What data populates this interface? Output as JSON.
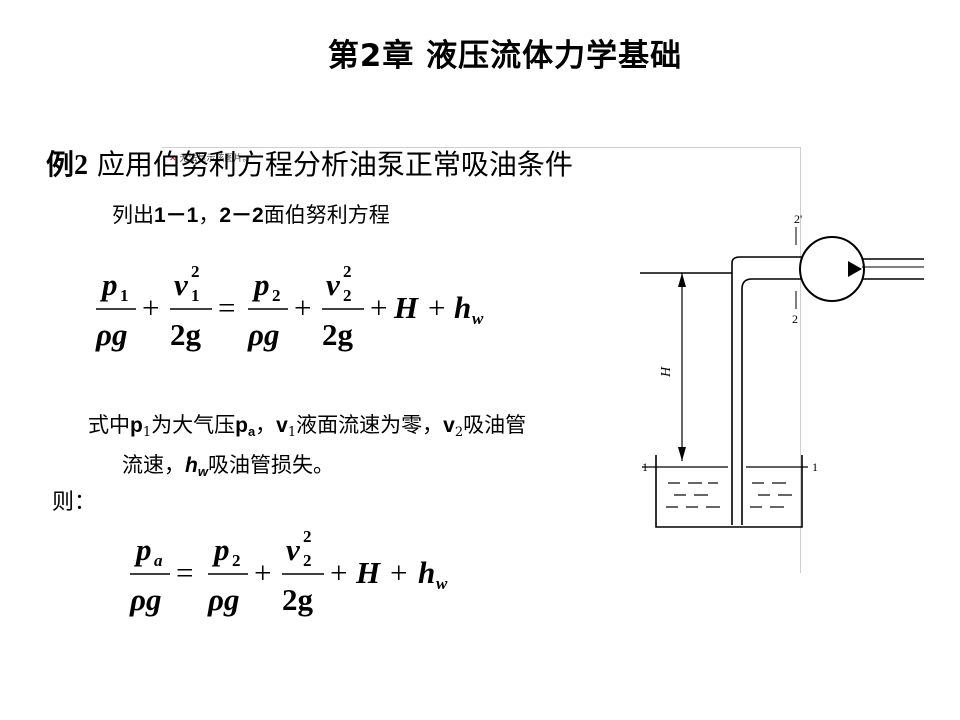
{
  "slide": {
    "title": "第2章  液压流体力学基础",
    "example_prefix": "例2",
    "example_text": " 应用伯努利方程分析油泵正常吸油条件",
    "broken_image_text": "无法显示该图片。",
    "line1_a": "列出",
    "line1_b": "1－1",
    "line1_c": "，",
    "line1_d": "2－2",
    "line1_e": "面伯努利方程",
    "desc": {
      "t1": "式中",
      "p1": "p",
      "p1_sub": "1",
      "t2": "为大气压",
      "pa": "p",
      "pa_sub": "a",
      "t3": "，",
      "v1": "v",
      "v1_sub": "1",
      "t4": "液面流速为零，",
      "v2": "v",
      "v2_sub": "2",
      "t5": "吸油管",
      "t6": "流速，",
      "hw": "h",
      "hw_sub": "w",
      "t7": "吸油管损失。"
    },
    "then_label": "则："
  },
  "equation1": {
    "p": "p",
    "sub1": "1",
    "rho_g": "ρg",
    "v": "v",
    "sq": "2",
    "two_g": "2g",
    "sub2": "2",
    "plus": "+",
    "eq": "=",
    "H": "H",
    "h": "h",
    "w": "w"
  },
  "equation2": {
    "p": "p",
    "suba": "a",
    "rho_g": "ρg",
    "sub2": "2",
    "v": "v",
    "sq": "2",
    "two_g": "2g",
    "plus": "+",
    "eq": "=",
    "H": "H",
    "h": "h",
    "w": "w"
  },
  "diagram": {
    "label_2_top": "2'",
    "label_2": "2",
    "label_1_left": "1",
    "label_1_right": "1",
    "label_H": "H"
  }
}
